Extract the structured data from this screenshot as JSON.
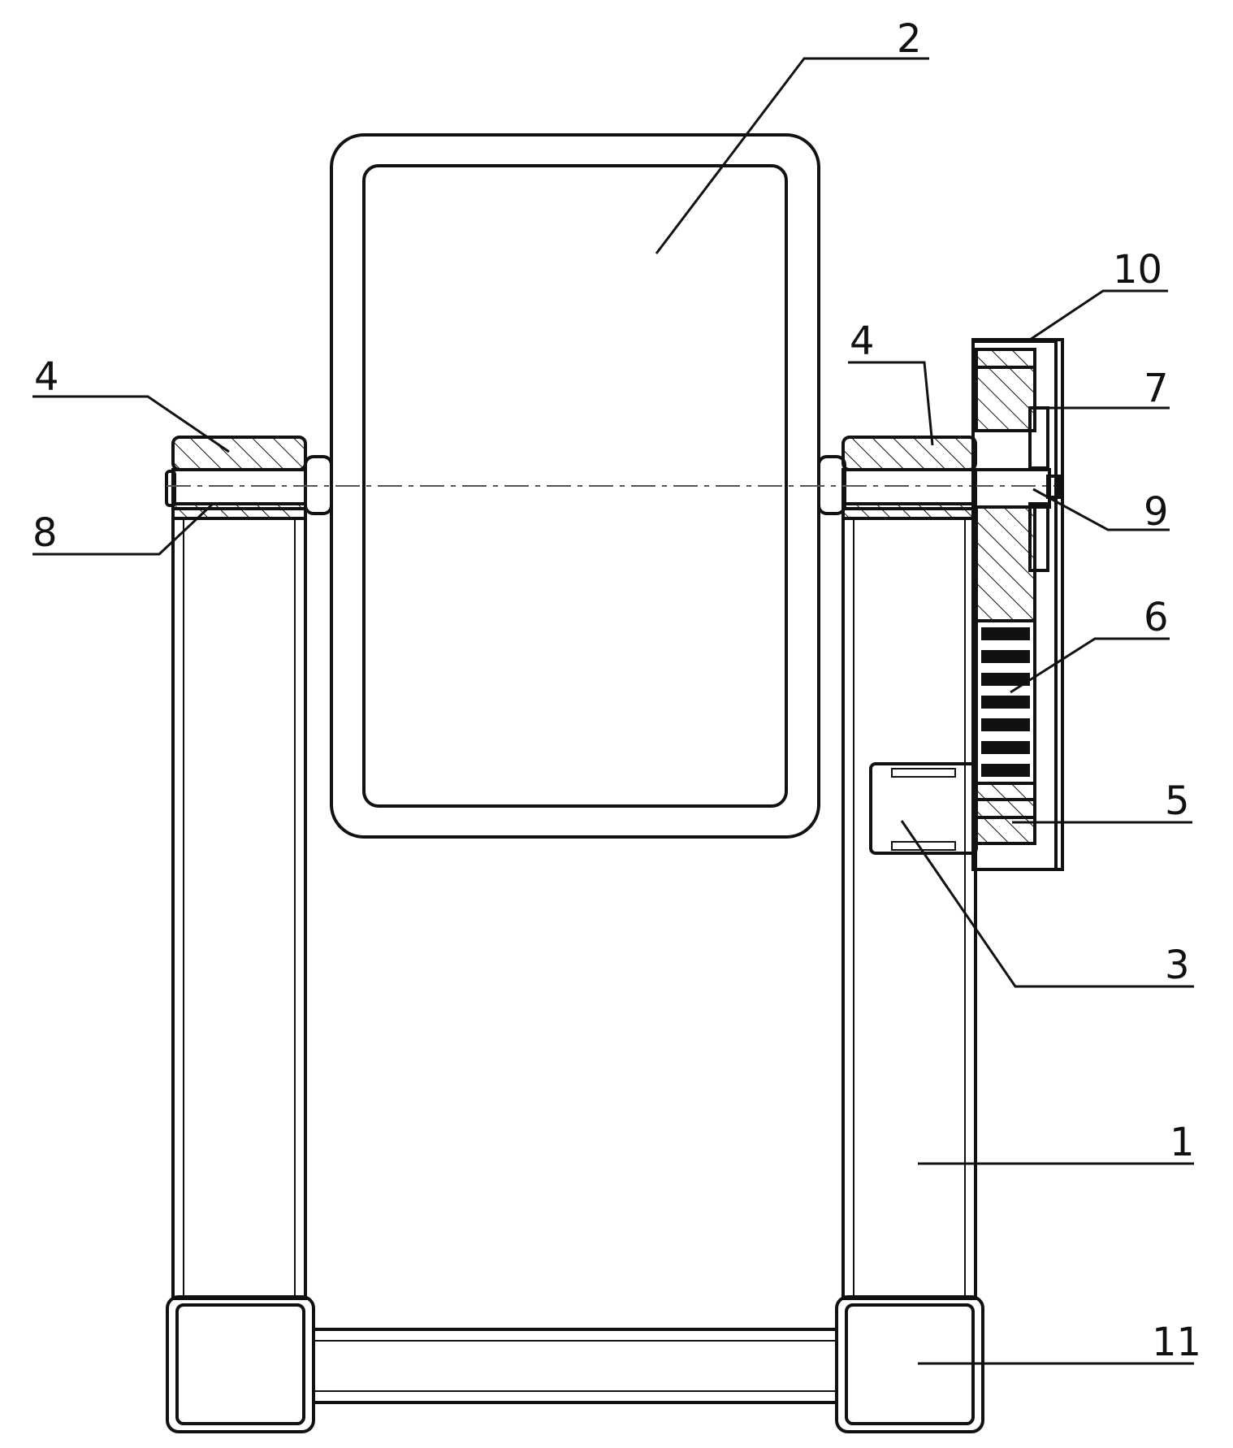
{
  "labels": {
    "frame": "1",
    "mirror": "2",
    "motor": "3",
    "bearing_left": "4",
    "bearing_right": "4",
    "small_gear": "5",
    "belt": "6",
    "large_gear": "7",
    "bushing": "8",
    "shaft": "9",
    "cover": "10",
    "base": "11"
  }
}
